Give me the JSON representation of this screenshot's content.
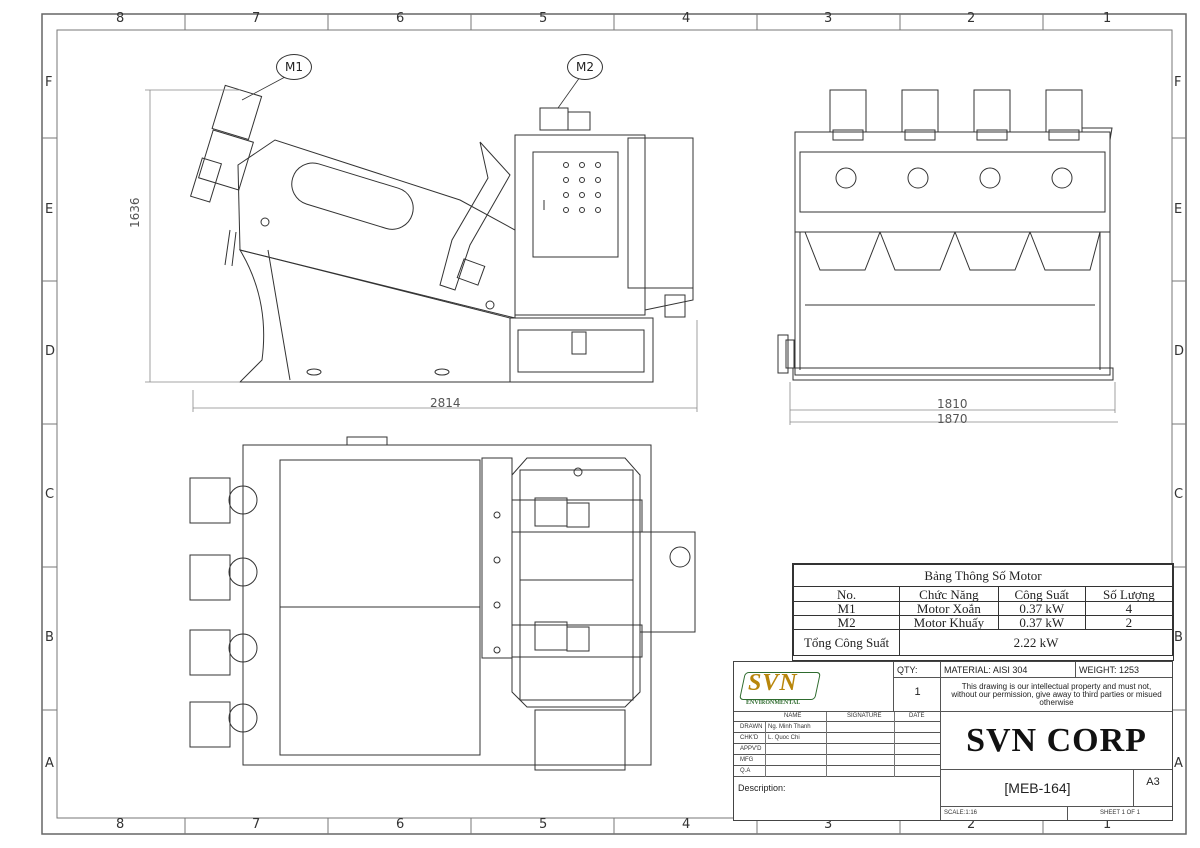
{
  "zones": {
    "columns": [
      "8",
      "7",
      "6",
      "5",
      "4",
      "3",
      "2",
      "1"
    ],
    "rows": [
      "F",
      "E",
      "D",
      "C",
      "B",
      "A"
    ]
  },
  "callouts": {
    "m1": "M1",
    "m2": "M2"
  },
  "dimensions": {
    "side_height": "1636",
    "side_length": "2814",
    "front_inner": "1810",
    "front_outer": "1870"
  },
  "motor_table": {
    "title": "Bảng Thông Số Motor",
    "headers": [
      "No.",
      "Chức Năng",
      "Công Suất",
      "Số Lượng"
    ],
    "rows": [
      [
        "M1",
        "Motor Xoắn",
        "0.37 kW",
        "4"
      ],
      [
        "M2",
        "Motor Khuấy",
        "0.37 kW",
        "2"
      ]
    ],
    "total_label": "Tổng Công Suất",
    "total_value": "2.22 kW"
  },
  "title_block": {
    "logo_text": "SVN",
    "logo_sub": "ENVIRONMENTAL",
    "qty_label": "QTY:",
    "qty_value": "1",
    "material": "MATERIAL: AISI 304",
    "weight": "WEIGHT: 1253",
    "disclaimer": "This drawing is our intellectual property and must not, without our permission, give away to third parties or misued otherwise",
    "company": "SVN CORP",
    "drawing_no": "[MEB-164]",
    "size": "A3",
    "description_label": "Description:",
    "scale": "SCALE:1:16",
    "sheet": "SHEET 1 OF 1",
    "col_name": "NAME",
    "col_signature": "SIGNATURE",
    "col_date": "DATE",
    "roles": [
      {
        "role": "DRAWN",
        "name": "Ng. Minh Thanh"
      },
      {
        "role": "CHK'D",
        "name": "L. Quoc Chi"
      },
      {
        "role": "APPV'D",
        "name": ""
      },
      {
        "role": "MFG",
        "name": ""
      },
      {
        "role": "Q.A",
        "name": ""
      }
    ]
  },
  "colors": {
    "line": "#333333",
    "frame": "#666666",
    "logo_gold": "#b8860b",
    "logo_green": "#2e6b2e"
  }
}
